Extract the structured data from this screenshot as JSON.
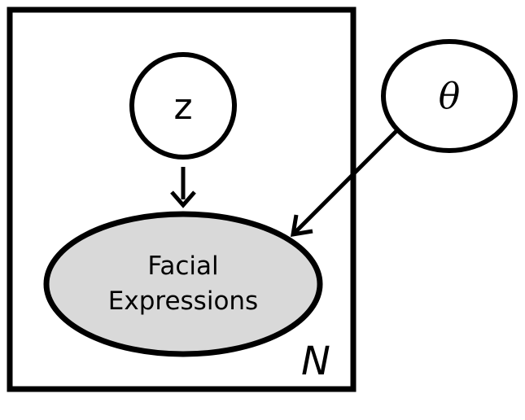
{
  "diagram": {
    "nodes": {
      "z": {
        "label": "z",
        "fill": "#ffffff"
      },
      "theta": {
        "label": "θ",
        "fill": "#ffffff"
      },
      "observed": {
        "line1": "Facial",
        "line2": "Expressions",
        "fill": "#d9d9d9"
      }
    },
    "plate": {
      "label": "N"
    },
    "edges": [
      {
        "from": "z",
        "to": "observed"
      },
      {
        "from": "theta",
        "to": "observed"
      }
    ],
    "colors": {
      "stroke": "#000000",
      "observed_fill": "#d9d9d9",
      "background": "#ffffff"
    }
  }
}
